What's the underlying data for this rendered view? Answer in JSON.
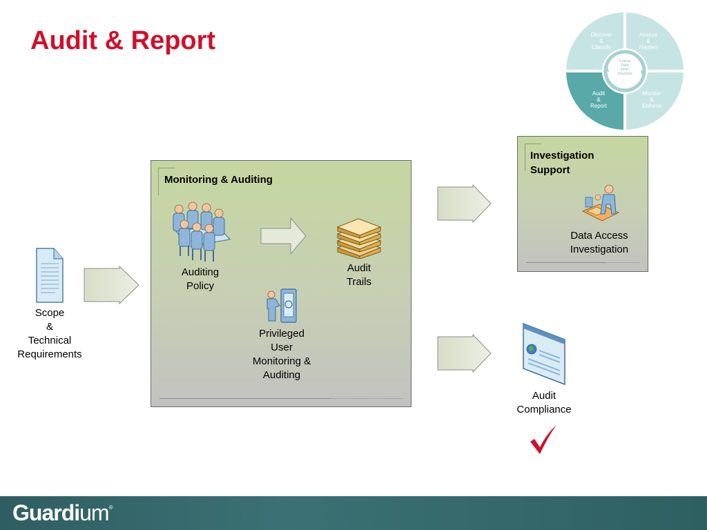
{
  "title": "Audit & Report",
  "wheel": {
    "segments": [
      {
        "label": "Discover\n&\nClassify"
      },
      {
        "label": "Assess\n&\nHarden"
      },
      {
        "label": "Audit\n&\nReport"
      },
      {
        "label": "Monitor\n&\nEnforce"
      }
    ],
    "center": "Critical\nData\nInfra-\nstructure",
    "active": "Audit\n&\nReport",
    "colors": {
      "light": "#c7e4e4",
      "active": "#5aa9a9"
    }
  },
  "scope": {
    "label": "Scope\n&\nTechnical\nRequirements",
    "icon": "document-icon"
  },
  "monitoring_panel": {
    "title": "Monitoring & Auditing",
    "auditing_policy": {
      "label": "Auditing\nPolicy",
      "icon": "meeting-group-icon"
    },
    "audit_trails": {
      "label": "Audit\nTrails",
      "icon": "stacked-records-icon"
    },
    "privileged_user": {
      "label": "Privileged\nUser\nMonitoring &\nAuditing",
      "icon": "user-at-server-icon"
    }
  },
  "investigation_panel": {
    "title": "Investigation\nSupport",
    "data_access": {
      "label": "Data Access\nInvestigation",
      "icon": "investigator-icon"
    }
  },
  "audit_compliance": {
    "label": "Audit\nCompliance",
    "icon": "report-window-icon",
    "status_icon": "checkmark-icon"
  },
  "footer": {
    "brand_bold": "Guard",
    "brand_i": "i",
    "brand_rest": "um",
    "trademark": "®"
  },
  "colors": {
    "title": "#d0102b",
    "checkmark": "#d0102b",
    "footer": "#3b7174",
    "panel_top": "#c5d7a0"
  }
}
